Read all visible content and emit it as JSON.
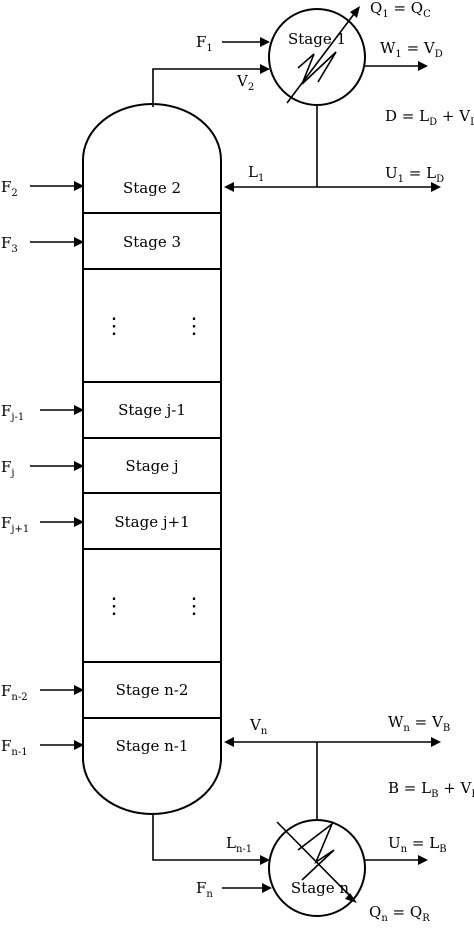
{
  "stages": {
    "condenser": "Stage 1",
    "s2": "Stage 2",
    "s3": "Stage 3",
    "sjm1": "Stage j-1",
    "sj": "Stage j",
    "sjp1": "Stage j+1",
    "snm2": "Stage n-2",
    "snm1": "Stage n-1",
    "reboiler": "Stage n"
  },
  "feeds": {
    "f1": {
      "base": "F",
      "sub": "1"
    },
    "f2": {
      "base": "F",
      "sub": "2"
    },
    "f3": {
      "base": "F",
      "sub": "3"
    },
    "fjm1": {
      "base": "F",
      "sub": "j-1"
    },
    "fj": {
      "base": "F",
      "sub": "j"
    },
    "fjp1": {
      "base": "F",
      "sub": "j+1"
    },
    "fnm2": {
      "base": "F",
      "sub": "n-2"
    },
    "fnm1": {
      "base": "F",
      "sub": "n-1"
    },
    "fn": {
      "base": "F",
      "sub": "n"
    }
  },
  "streams": {
    "v2": {
      "base": "V",
      "sub": "2"
    },
    "l1": {
      "base": "L",
      "sub": "1"
    },
    "vn": {
      "base": "V",
      "sub": "n"
    },
    "lnm1": {
      "base": "L",
      "sub": "n-1"
    }
  },
  "top_equations": {
    "q1": {
      "a": "Q",
      "a_sub": "1",
      "eq": " = ",
      "b": "Q",
      "b_sub": "C"
    },
    "w1": {
      "a": "W",
      "a_sub": "1",
      "eq": " = ",
      "b": "V",
      "b_sub": "D"
    },
    "d": {
      "a": "D = L",
      "a_sub": "D",
      "mid": " + V",
      "mid_sub": "D"
    },
    "u1": {
      "a": "U",
      "a_sub": "1",
      "eq": " = ",
      "b": "L",
      "b_sub": "D"
    }
  },
  "bottom_equations": {
    "wn": {
      "a": "W",
      "a_sub": "n",
      "eq": " = ",
      "b": "V",
      "b_sub": "B"
    },
    "b": {
      "a": "B = L",
      "a_sub": "B",
      "mid": " + V",
      "mid_sub": "B"
    },
    "un": {
      "a": "U",
      "a_sub": "n",
      "eq": " = ",
      "b": "L",
      "b_sub": "B"
    },
    "qn": {
      "a": "Q",
      "a_sub": "n",
      "eq": " = ",
      "b": "Q",
      "b_sub": "R"
    }
  },
  "ellipsis": "⋮"
}
